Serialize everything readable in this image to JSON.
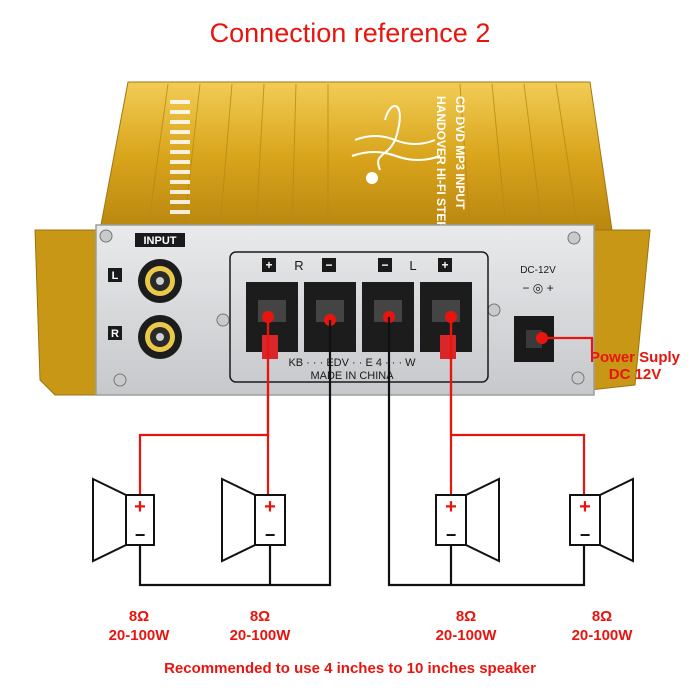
{
  "title": "Connection reference 2",
  "amplifier": {
    "top_text_line1": "CD DVD MP3 INPUT",
    "top_text_line2": "HANDOVER HI-FI STEREO",
    "input_label": "INPUT",
    "channel_left": "L",
    "channel_right": "R",
    "terminal_header": [
      "+",
      "R",
      "−",
      "−",
      "L",
      "+"
    ],
    "panel_text_1": "KB · · · EDV · · E  4 · · · W",
    "panel_text_2": "MADE IN CHINA",
    "dc_label": "DC-12V",
    "dc_polarity": "− ◎ +"
  },
  "power_label": {
    "line1": "Power Suply",
    "line2": "DC 12V"
  },
  "speakers": [
    {
      "plus": "+",
      "minus": "−",
      "impedance": "8Ω",
      "power": "20-100W"
    },
    {
      "plus": "+",
      "minus": "−",
      "impedance": "8Ω",
      "power": "20-100W"
    },
    {
      "plus": "+",
      "minus": "−",
      "impedance": "8Ω",
      "power": "20-100W"
    },
    {
      "plus": "+",
      "minus": "−",
      "impedance": "8Ω",
      "power": "20-100W"
    }
  ],
  "recommendation": "Recommended to use 4 inches to 10 inches speaker",
  "colors": {
    "accent_red": "#e8150f",
    "amplifier_gold": "#d9a51c",
    "faceplate_silver": "#d4d6d8",
    "wire_black": "#111111"
  }
}
